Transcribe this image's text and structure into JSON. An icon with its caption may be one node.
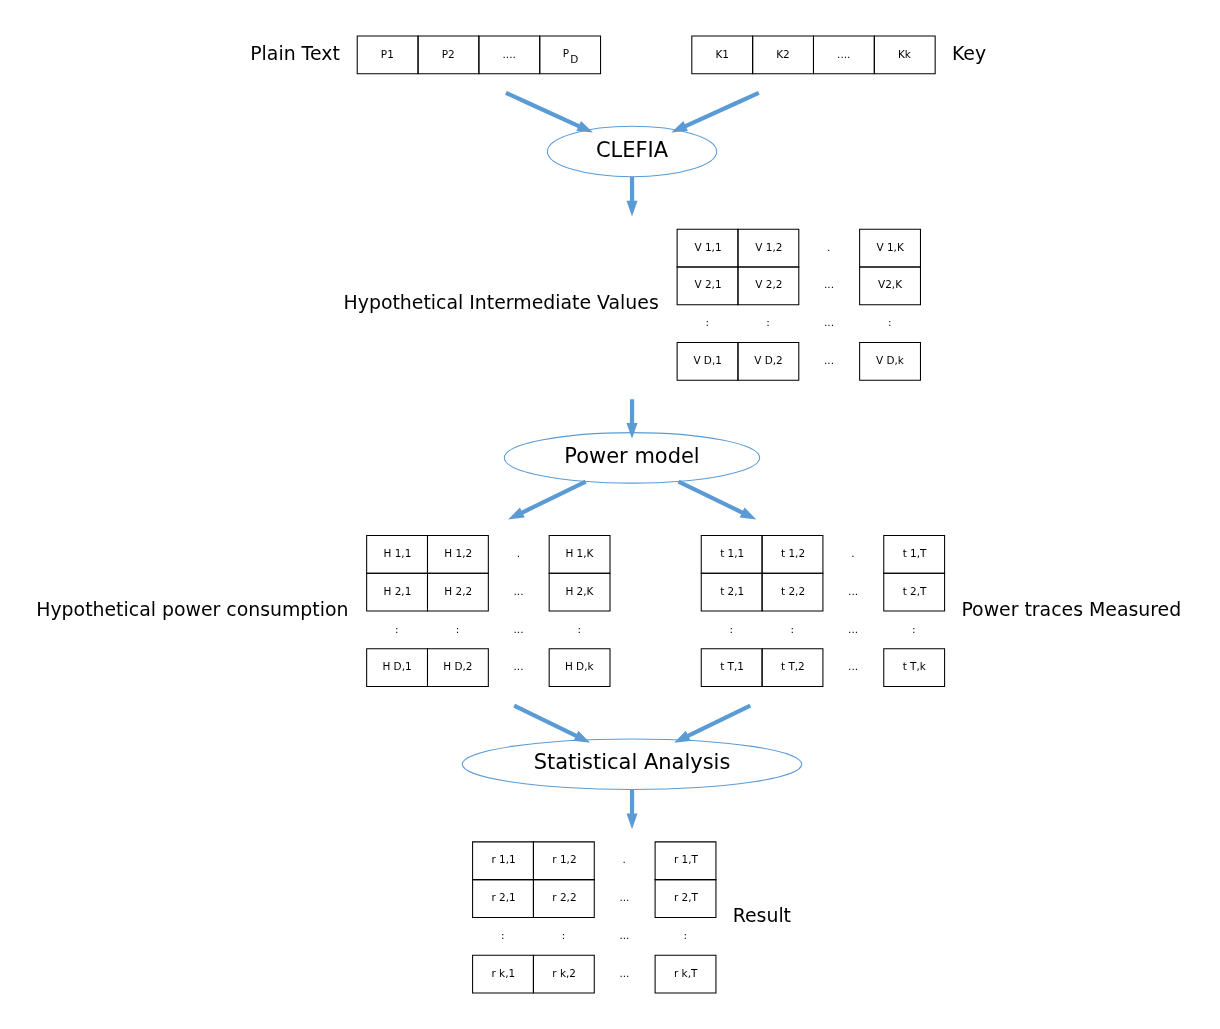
{
  "diagram": {
    "nodes": [
      {
        "text": [
          "P1",
          "P2",
          "....",
          "P$_{D}$"
        ],
        "beside": [
          "Plain Text"
        ]
      },
      {
        "text": [
          "K1",
          "K2",
          "....",
          "Kk"
        ],
        "beside": [
          "Key"
        ]
      },
      {
        "text": [
          "CLEFIA"
        ]
      },
      {
        "text": [
          "V 1,1",
          "V 1,2",
          ".",
          "V 1,K",
          "V 2,1",
          "V 2,2",
          "...",
          "V2,K",
          ":",
          ":",
          "...",
          ":",
          "V D,1",
          "V D,2",
          "...",
          "V D,k"
        ],
        "beside": [
          "Hypothetical Intermediate Values"
        ]
      },
      {
        "text": [
          "Power model"
        ]
      },
      {
        "text": [
          "H 1,1",
          "H 1,2",
          ".",
          "H 1,K",
          "H 2,1",
          "H 2,2",
          "...",
          "H 2,K",
          ":",
          ":",
          "...",
          ":",
          "H D,1",
          "H D,2",
          "...",
          "H D,k"
        ],
        "beside": [
          "Hypothetical power consumption"
        ]
      },
      {
        "text": [
          "t 1,1",
          "t 1,2",
          ".",
          "t 1,T",
          "t 2,1",
          "t 2,2",
          "...",
          "t 2,T",
          ":",
          ":",
          "...",
          ":",
          "t T,1",
          "t T,2",
          "...",
          "t T,k"
        ],
        "beside": [
          "Power traces Measured"
        ]
      },
      {
        "text": [
          "Statistical Analysis"
        ]
      },
      {
        "text": [
          "r 1,1",
          "r 1,2",
          ".",
          "r 1,T",
          "r 2,1",
          "r 2,2",
          "...",
          "r 2,T",
          ":",
          ":",
          "...",
          ":",
          "r k,1",
          "r k,2",
          "...",
          "r k,T"
        ],
        "beside": [
          "Result"
        ]
      }
    ],
    "edges": [
      {
        "from": 0,
        "to": 2,
        "arrow": "to"
      },
      {
        "from": 1,
        "to": 2,
        "arrow": "to"
      },
      {
        "from": 2,
        "to": 3,
        "arrow": "to"
      },
      {
        "from": 3,
        "to": 4,
        "arrow": "to"
      },
      {
        "from": 4,
        "to": 5,
        "arrow": "to"
      },
      {
        "from": 4,
        "to": 6,
        "arrow": "to"
      },
      {
        "from": 5,
        "to": 7,
        "arrow": "to"
      },
      {
        "from": 6,
        "to": 7,
        "arrow": "to"
      },
      {
        "from": 7,
        "to": 8,
        "arrow": "to"
      }
    ]
  }
}
